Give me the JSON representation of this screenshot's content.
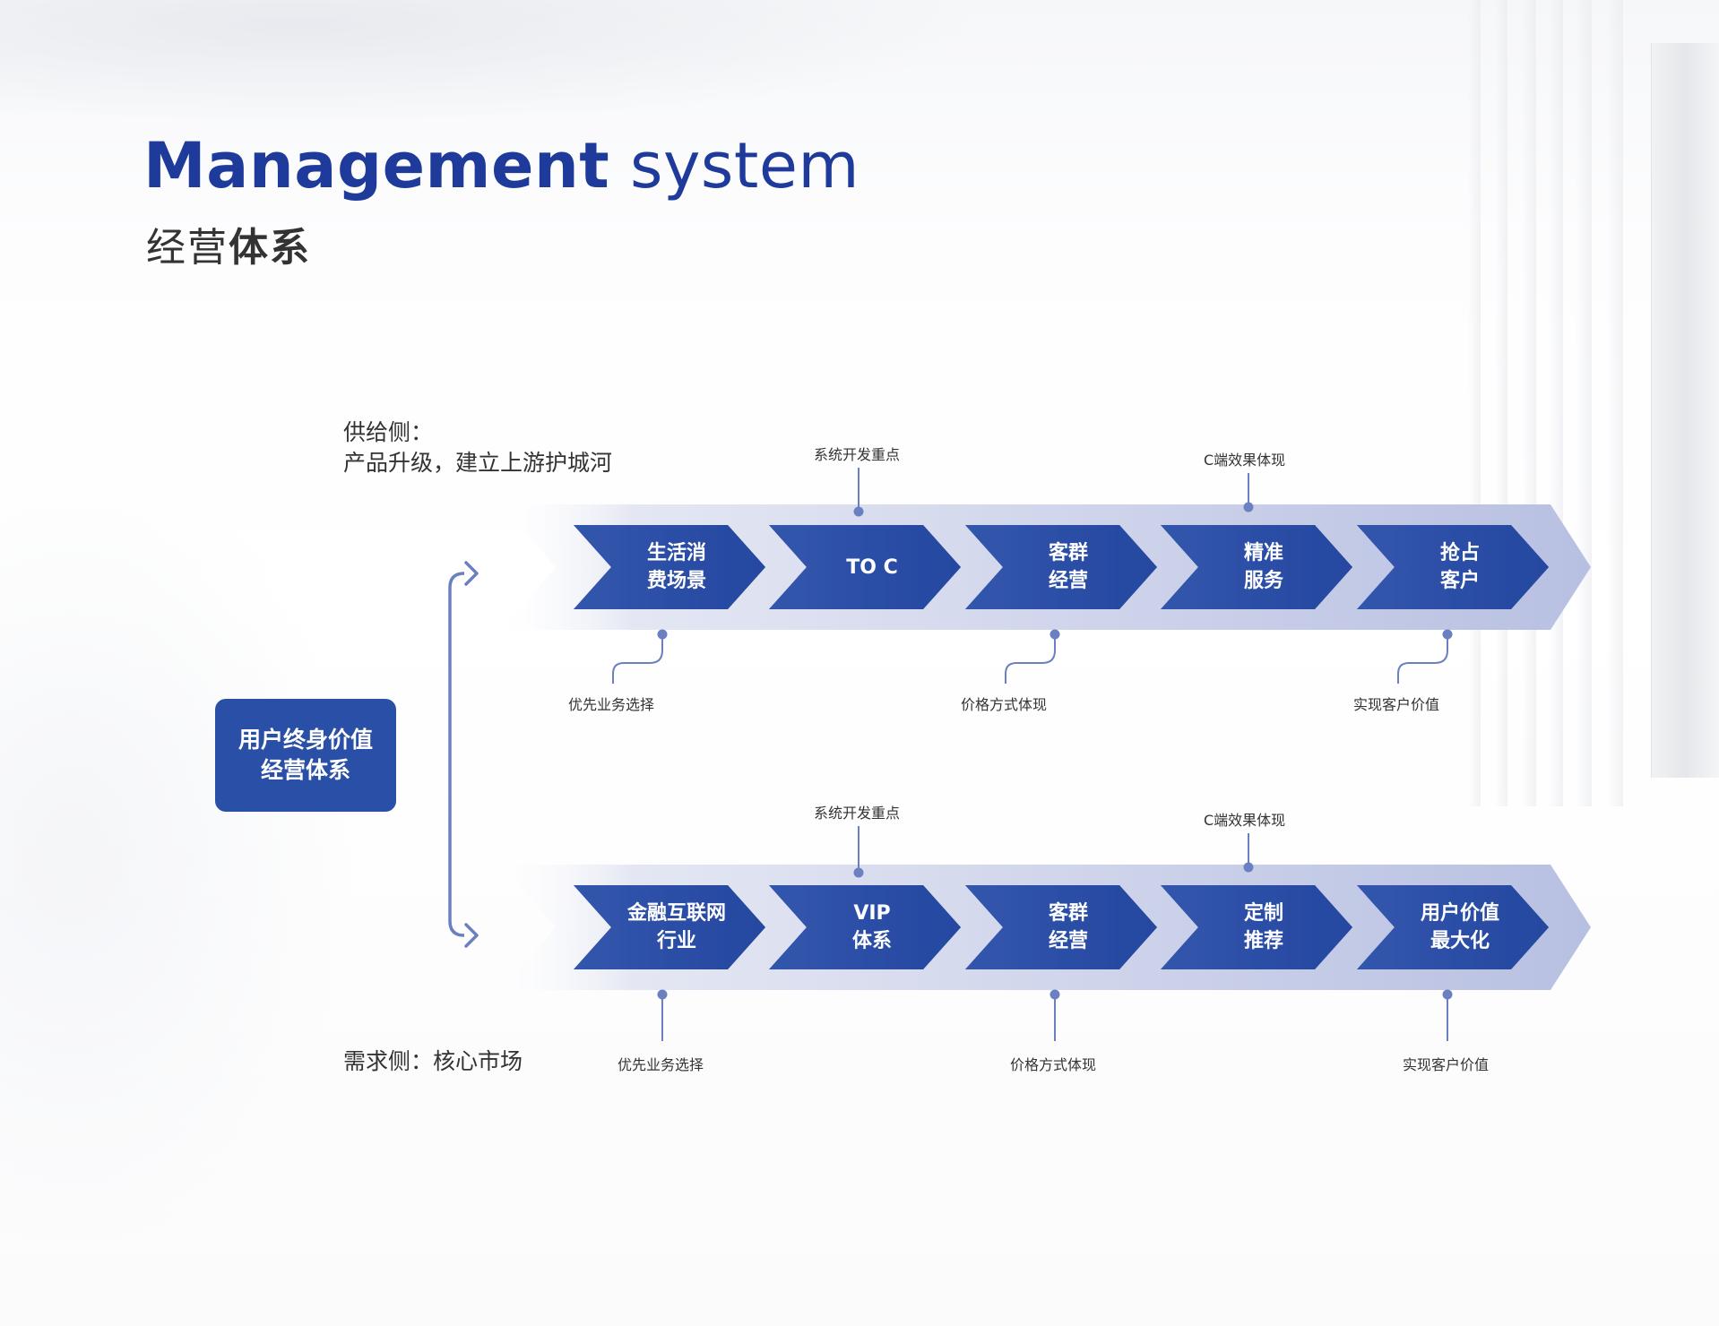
{
  "header": {
    "title_bold": "Management",
    "title_light": " system",
    "subtitle_light": "经营",
    "subtitle_bold": "体系"
  },
  "supply_side": {
    "line1": "供给侧：",
    "line2": "产品升级，建立上游护城河"
  },
  "demand_side": {
    "label": "需求侧：核心市场"
  },
  "center": {
    "line1": "用户终身价值",
    "line2": "经营体系"
  },
  "colors": {
    "primary": "#2a4fa6",
    "title": "#1e3a9a",
    "band": "#c5cbe6",
    "connector": "#6b80c0"
  },
  "rows": [
    {
      "steps": [
        {
          "line1": "生活消",
          "line2": "费场景"
        },
        {
          "line1": "TO C",
          "line2": ""
        },
        {
          "line1": "客群",
          "line2": "经营"
        },
        {
          "line1": "精准",
          "line2": "服务"
        },
        {
          "line1": "抢占",
          "line2": "客户"
        }
      ],
      "top_annotations": [
        "系统开发重点",
        "C端效果体现"
      ],
      "bottom_annotations": [
        "优先业务选择",
        "价格方式体现",
        "实现客户价值"
      ]
    },
    {
      "steps": [
        {
          "line1": "金融互联网",
          "line2": "行业"
        },
        {
          "line1": "VIP",
          "line2": "体系"
        },
        {
          "line1": "客群",
          "line2": "经营"
        },
        {
          "line1": "定制",
          "line2": "推荐"
        },
        {
          "line1": "用户价值",
          "line2": "最大化"
        }
      ],
      "top_annotations": [
        "系统开发重点",
        "C端效果体现"
      ],
      "bottom_annotations": [
        "优先业务选择",
        "价格方式体现",
        "实现客户价值"
      ]
    }
  ]
}
